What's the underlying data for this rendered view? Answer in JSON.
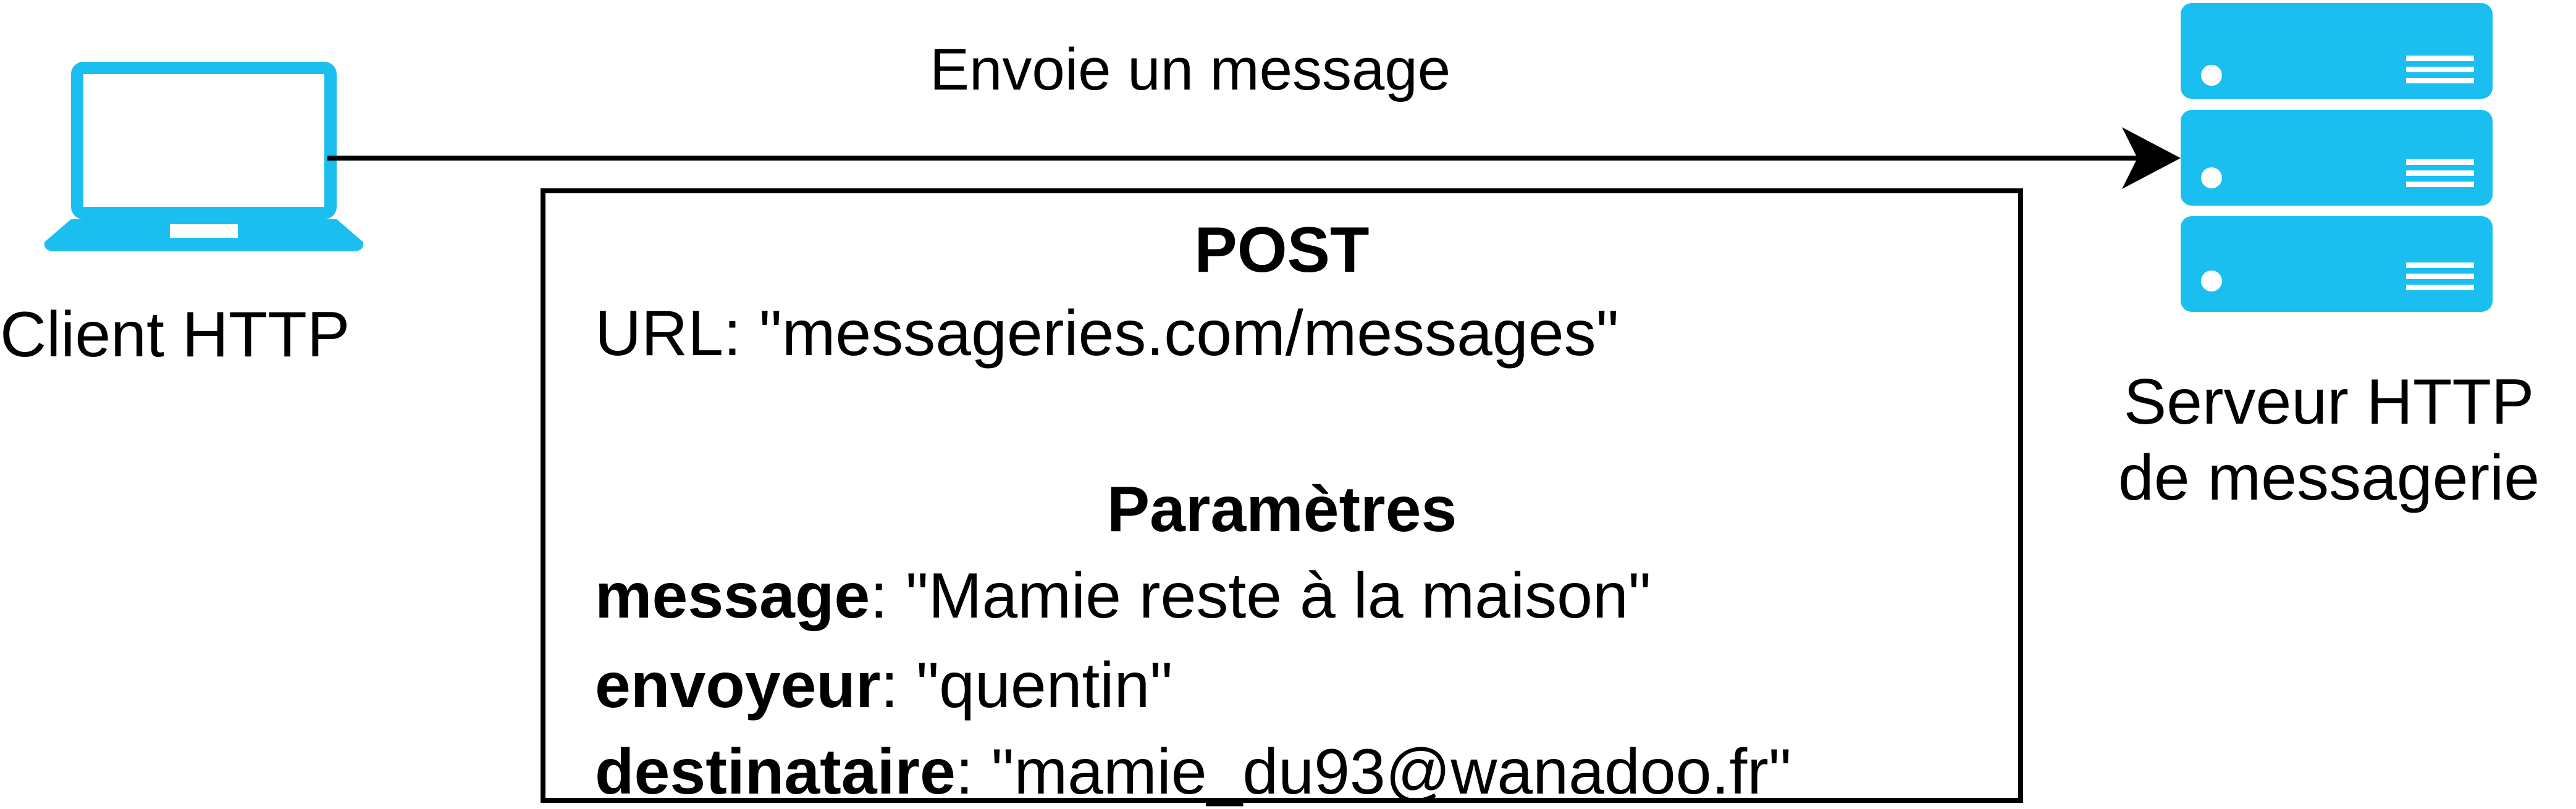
{
  "client": {
    "label": "Client HTTP",
    "icon": "laptop-icon",
    "color": "#1ABFF0"
  },
  "arrow": {
    "label": "Envoie un message",
    "direction": "client-to-server"
  },
  "server": {
    "label_line1": "Serveur HTTP",
    "label_line2": "de messagerie",
    "icon": "server-icon",
    "color": "#1ABFF0"
  },
  "request": {
    "method": "POST",
    "url_prefix": "URL: ",
    "url": "\"messageries.com/messages\"",
    "params_title": "Paramètres",
    "params": [
      {
        "key": "message",
        "separator": ": ",
        "value": "\"Mamie reste à la maison\""
      },
      {
        "key": "envoyeur",
        "separator": ": ",
        "value": "\"quentin\""
      },
      {
        "key": "destinataire",
        "separator": ": ",
        "value": "\"mamie_du93@wanadoo.fr\""
      }
    ]
  }
}
